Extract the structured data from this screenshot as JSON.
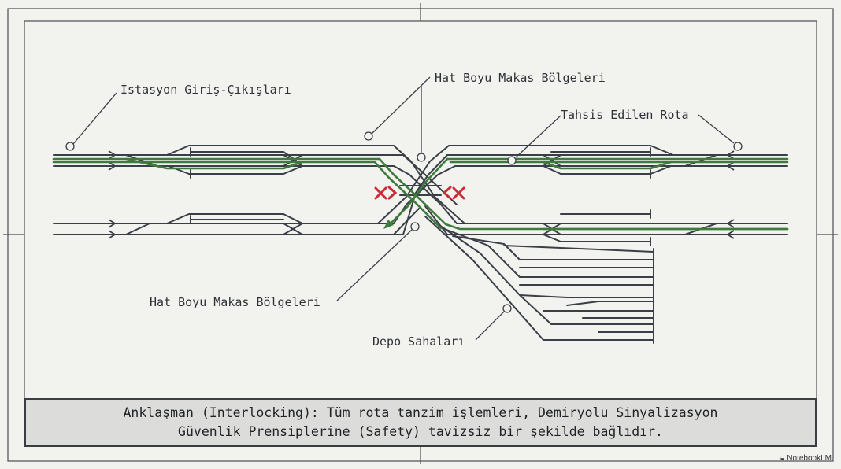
{
  "labels": {
    "station_entries": "İstasyon Giriş-Çıkışları",
    "switch_zones_top": "Hat Boyu Makas Bölgeleri",
    "allocated_route": "Tahsis Edilen Rota",
    "switch_zones_bottom": "Hat Boyu Makas Bölgeleri",
    "depot_areas": "Depo Sahaları"
  },
  "caption": {
    "line1": "Anklaşman (Interlocking): Tüm rota tanzim işlemleri, Demiryolu Sinyalizasyon",
    "line2": "Güvenlik Prensiplerine (Safety) tavizsiz bir şekilde bağlıdır."
  },
  "brand": {
    "icon": "notebooklm-icon",
    "name": "NotebookLM"
  },
  "colors": {
    "track": "#3a3f47",
    "route": "#3f7a3f",
    "conflict": "#cc2b36",
    "frame": "#4a4e55",
    "background": "#f2f2ef",
    "caption_background": "#dcdcda"
  }
}
